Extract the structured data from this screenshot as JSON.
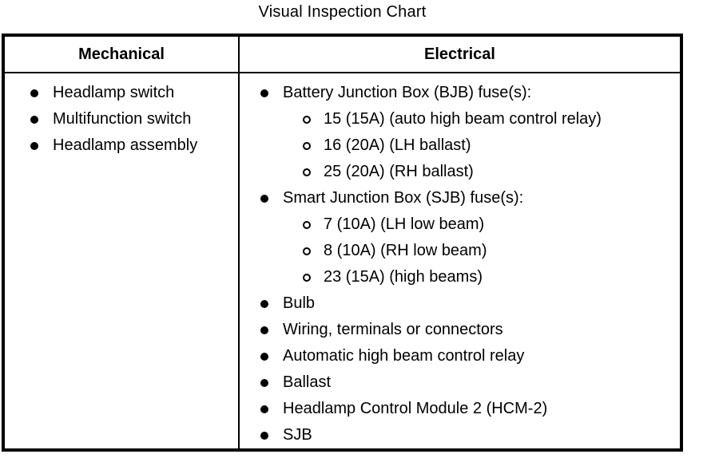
{
  "title": "Visual Inspection Chart",
  "table": {
    "headers": {
      "mechanical": "Mechanical",
      "electrical": "Electrical"
    },
    "mechanical_items": [
      "Headlamp switch",
      "Multifunction switch",
      "Headlamp assembly"
    ],
    "electrical_items": [
      {
        "label": "Battery Junction Box (BJB) fuse(s):",
        "sub": [
          "15 (15A) (auto high beam control relay)",
          "16 (20A) (LH ballast)",
          "25 (20A) (RH ballast)"
        ]
      },
      {
        "label": "Smart Junction Box (SJB) fuse(s):",
        "sub": [
          "7 (10A) (LH low beam)",
          "8 (10A) (RH low beam)",
          "23 (15A) (high beams)"
        ]
      },
      {
        "label": "Bulb",
        "sub": []
      },
      {
        "label": "Wiring, terminals or connectors",
        "sub": []
      },
      {
        "label": "Automatic high beam control relay",
        "sub": []
      },
      {
        "label": "Ballast",
        "sub": []
      },
      {
        "label": "Headlamp Control Module 2 (HCM-2)",
        "sub": []
      },
      {
        "label": "SJB",
        "sub": []
      }
    ],
    "icons": {
      "bullet": "filled-circle",
      "sub_bullet": "open-circle"
    },
    "colors": {
      "border": "#000000",
      "text": "#000000",
      "background": "#ffffff"
    }
  }
}
